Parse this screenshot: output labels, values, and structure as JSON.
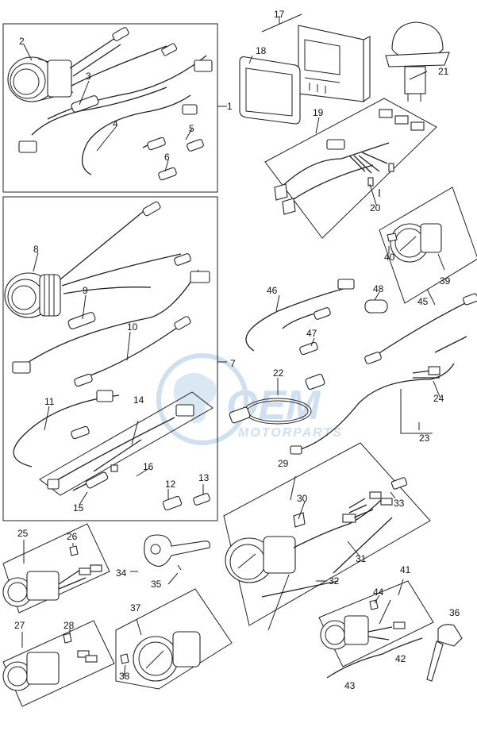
{
  "diagram": {
    "part_numbers": [
      "1",
      "2",
      "3",
      "4",
      "5",
      "6",
      "7",
      "8",
      "9",
      "10",
      "11",
      "12",
      "13",
      "14",
      "15",
      "16",
      "17",
      "18",
      "19",
      "20",
      "21",
      "22",
      "23",
      "24",
      "25",
      "26",
      "27",
      "28",
      "29",
      "30",
      "31",
      "32",
      "33",
      "34",
      "35",
      "36",
      "37",
      "38",
      "39",
      "40",
      "41",
      "42",
      "43",
      "44",
      "45",
      "46",
      "47",
      "48"
    ]
  },
  "watermark": {
    "brand": "OEM",
    "subtitle": "MOTORPARTS",
    "color": "#a9c8e4"
  }
}
